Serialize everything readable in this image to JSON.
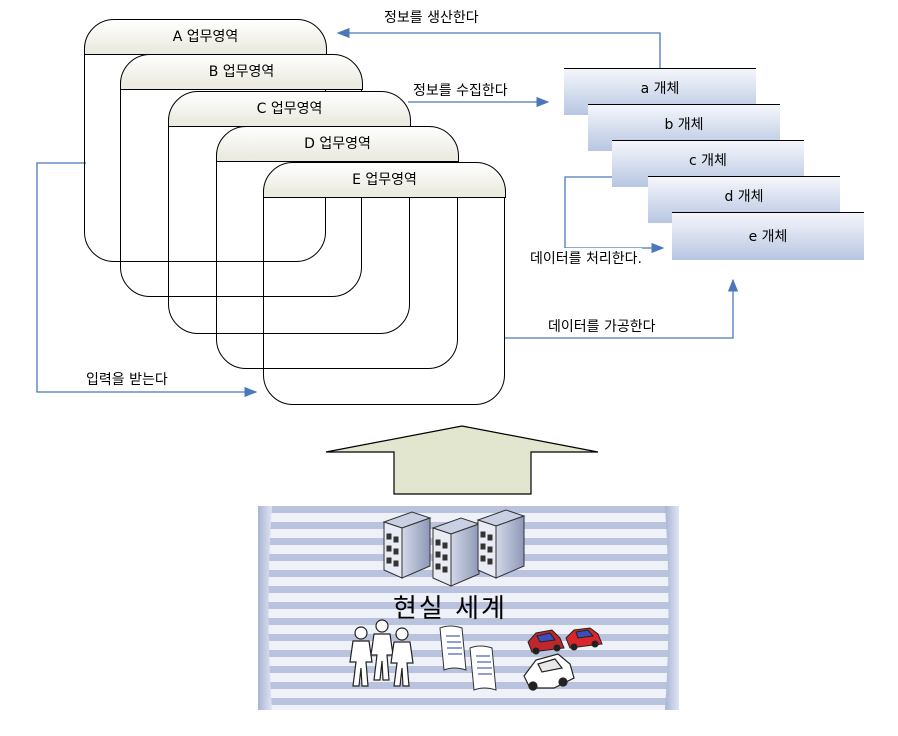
{
  "areas": [
    "A 업무영역",
    "B 업무영역",
    "C 업무영역",
    "D 업무영역",
    "E 업무영역"
  ],
  "entities": [
    "a 개체",
    "b 개체",
    "c 개체",
    "d 개체",
    "e 개체"
  ],
  "labels": {
    "produce": "정보를 생산한다",
    "collect": "정보를 수집한다",
    "process": "데이터를 처리한다.",
    "refine": "데이터를 가공한다",
    "input": "입력을 받는다"
  },
  "real_world": {
    "title": "현실 세계"
  },
  "colors": {
    "arrow": "#4a78b8",
    "big_arrow": "#e3e6cf",
    "entity": "#b8c6e2",
    "stripe": "#b9c3de"
  }
}
